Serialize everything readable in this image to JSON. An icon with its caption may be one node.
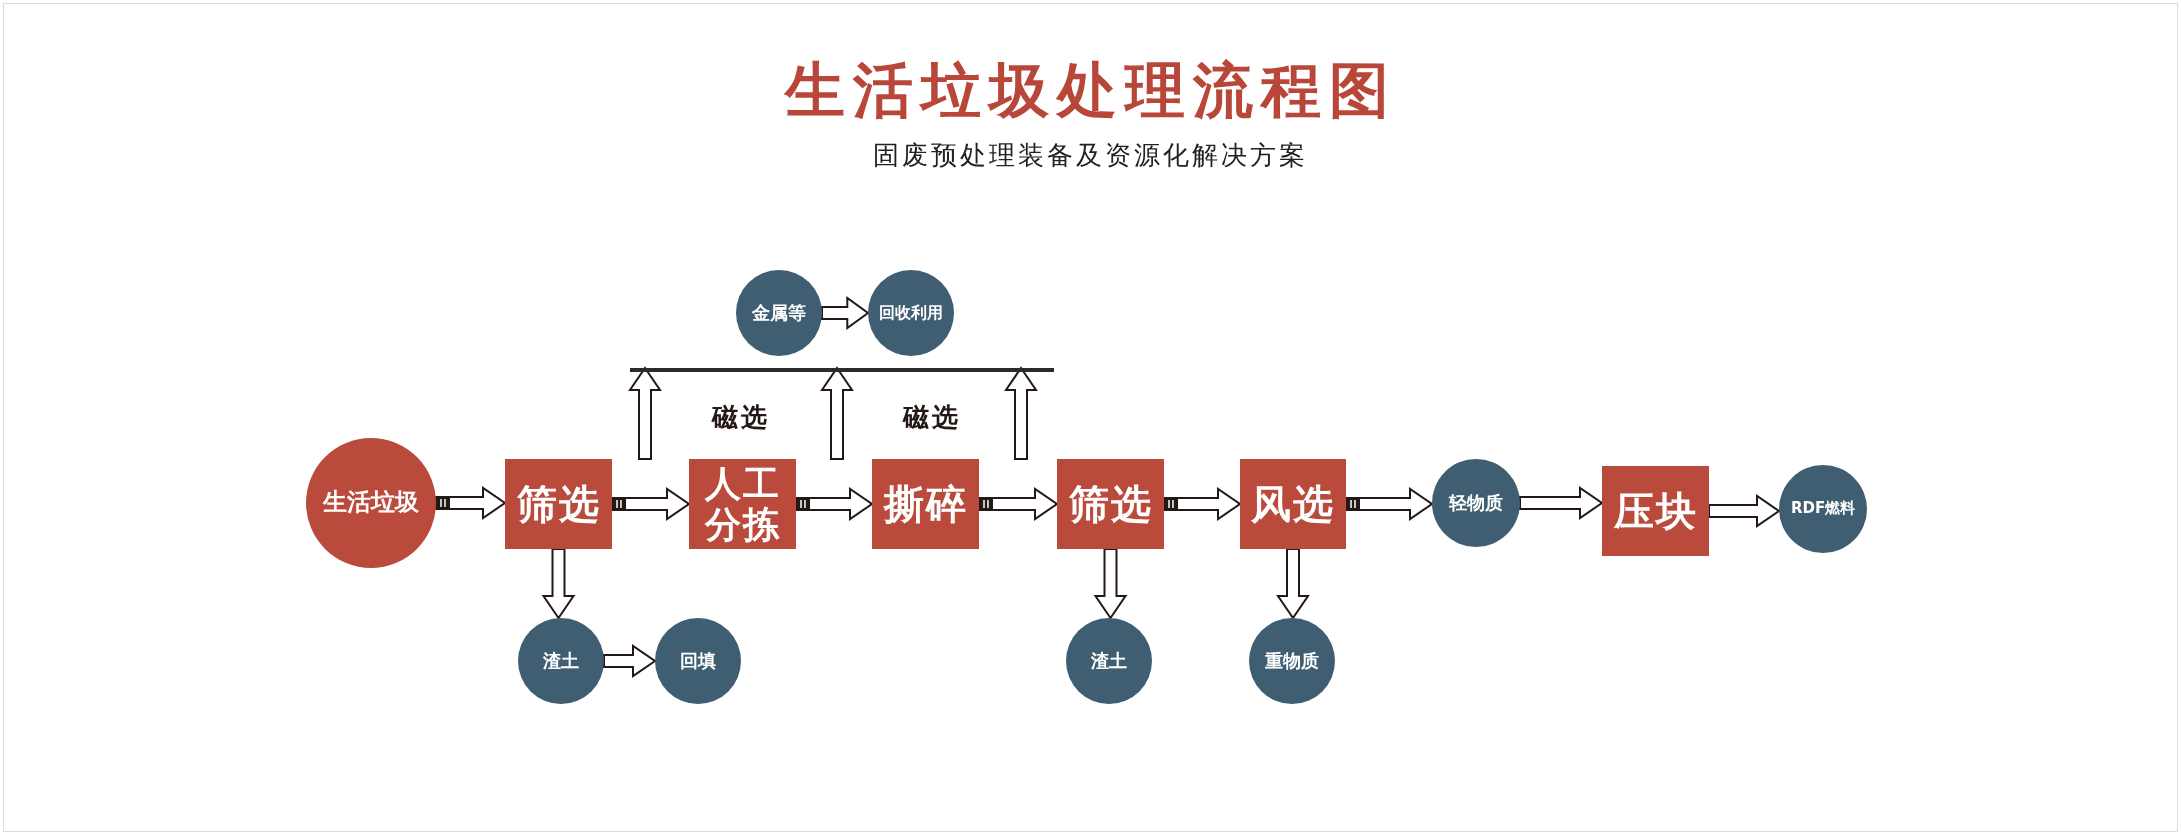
{
  "diagram": {
    "title": "生活垃圾处理流程图",
    "caption": "固废预处理装备及资源化解决方案",
    "nodes": [
      {
        "text": [
          "金属等"
        ]
      },
      {
        "text": [
          "回收利用"
        ]
      },
      {
        "text": [],
        "shape": "bar"
      },
      {
        "text": [
          "生活垃圾"
        ]
      },
      {
        "text": [
          "筛选"
        ]
      },
      {
        "text": [
          "人工分拣"
        ]
      },
      {
        "text": [
          "撕碎"
        ]
      },
      {
        "text": [
          "筛选"
        ]
      },
      {
        "text": [
          "风选"
        ]
      },
      {
        "text": [
          "轻物质"
        ]
      },
      {
        "text": [
          "压块"
        ]
      },
      {
        "text": [
          "RDF燃料"
        ]
      },
      {
        "text": [
          "渣土"
        ]
      },
      {
        "text": [
          "回填"
        ]
      },
      {
        "text": [
          "渣土"
        ]
      },
      {
        "text": [
          "重物质"
        ]
      }
    ],
    "edges": [
      {
        "from": 0,
        "to": 1,
        "arrow": "to"
      },
      {
        "from": null,
        "to": 2,
        "arrow": "to"
      },
      {
        "from": null,
        "to": 2,
        "arrow": "to"
      },
      {
        "from": null,
        "to": 2,
        "arrow": "to"
      },
      {
        "from": 3,
        "to": 4,
        "arrow": "to"
      },
      {
        "from": 4,
        "to": 5,
        "arrow": "to"
      },
      {
        "from": 5,
        "to": 6,
        "arrow": "to"
      },
      {
        "from": 6,
        "to": 7,
        "arrow": "to"
      },
      {
        "from": 7,
        "to": 8,
        "arrow": "to"
      },
      {
        "from": 8,
        "to": 9,
        "arrow": "to"
      },
      {
        "from": 9,
        "to": 10,
        "arrow": "to"
      },
      {
        "from": 10,
        "to": 11,
        "arrow": "to"
      },
      {
        "from": 4,
        "to": 12,
        "arrow": "to"
      },
      {
        "from": 12,
        "to": 13,
        "arrow": "to"
      },
      {
        "from": 7,
        "to": 14,
        "arrow": "to"
      },
      {
        "from": 8,
        "to": 15,
        "arrow": "to"
      }
    ],
    "labels": [
      "磁选",
      "磁选"
    ]
  }
}
